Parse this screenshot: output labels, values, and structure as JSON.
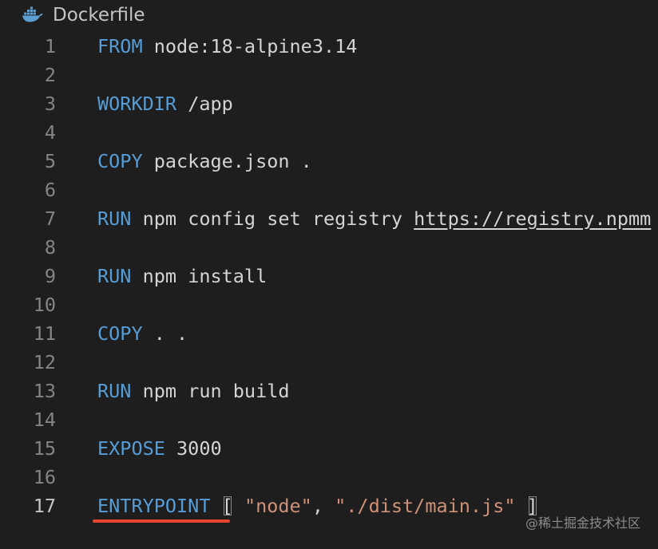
{
  "tab": {
    "title": "Dockerfile",
    "icon": "docker-whale-icon"
  },
  "colors": {
    "background": "#1e1e1e",
    "keyword": "#569cd6",
    "string": "#ce9178",
    "text": "#d4d4d4",
    "line_number": "#858585",
    "annotation_underline": "#e8452c"
  },
  "editor": {
    "active_line": 17,
    "lines": [
      {
        "n": "1",
        "kw": "FROM",
        "rest": " node:18-alpine3.14"
      },
      {
        "n": "2"
      },
      {
        "n": "3",
        "kw": "WORKDIR",
        "rest": " /app"
      },
      {
        "n": "4"
      },
      {
        "n": "5",
        "kw": "COPY",
        "rest": " package.json ."
      },
      {
        "n": "6"
      },
      {
        "n": "7",
        "kw": "RUN",
        "rest": " npm config set registry ",
        "link": "https://registry.npmm"
      },
      {
        "n": "8"
      },
      {
        "n": "9",
        "kw": "RUN",
        "rest": " npm install"
      },
      {
        "n": "10"
      },
      {
        "n": "11",
        "kw": "COPY",
        "rest": " . ."
      },
      {
        "n": "12"
      },
      {
        "n": "13",
        "kw": "RUN",
        "rest": " npm run build"
      },
      {
        "n": "14"
      },
      {
        "n": "15",
        "kw": "EXPOSE",
        "rest": " 3000"
      },
      {
        "n": "16"
      },
      {
        "n": "17",
        "kw": "ENTRYPOINT",
        "rest": " ",
        "open": "[",
        "s1": " \"node\"",
        "comma": ", ",
        "s2": "\"./dist/main.js\"",
        "sp": " ",
        "close": "]"
      }
    ]
  },
  "watermark": "@稀土掘金技术社区"
}
